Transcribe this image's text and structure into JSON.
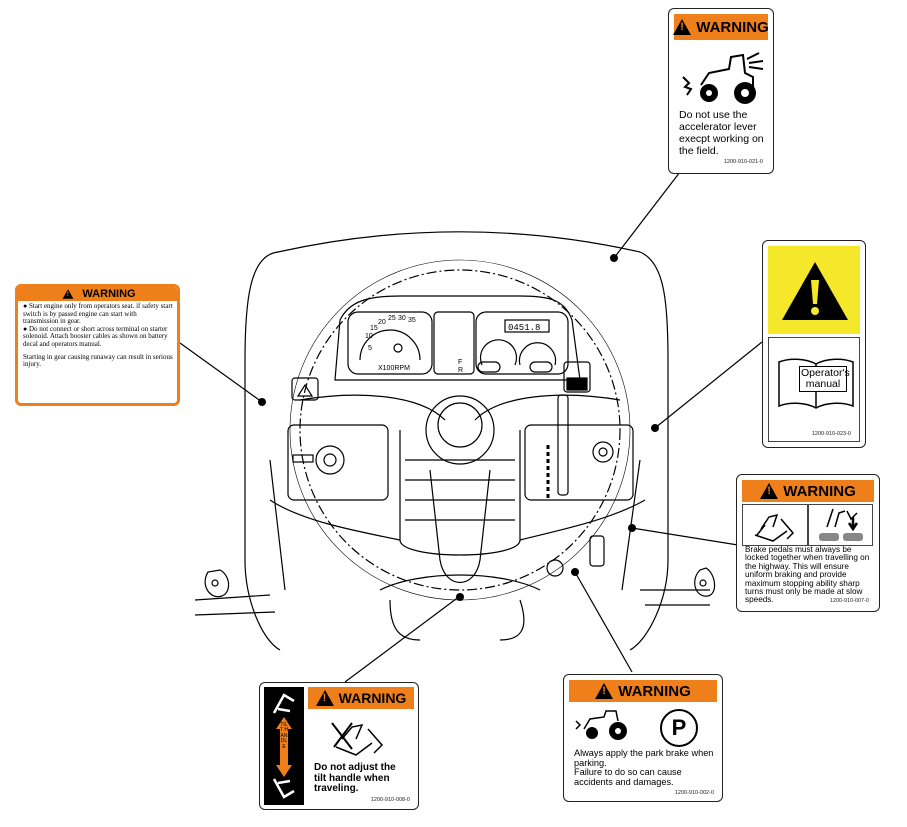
{
  "decals": {
    "accelerator": {
      "header": "WARNING",
      "text": "Do not use the accelerator lever execpt working on the field.",
      "code": "1200-910-021-0"
    },
    "manual": {
      "label": "Operator's manual",
      "code": "1200-910-023-0"
    },
    "brake": {
      "header": "WARNING",
      "text": "Brake pedals must always be locked together when travelling on the highway. This will ensure uniform braking and provide maximum stopping ability sharp turns must only be made at slow speeds.",
      "code": "1200-910-007-0"
    },
    "start": {
      "header": "WARNING",
      "bullet1": "Start engine only from operators seat. if safety start switch is by passed engine can start with transmission in gear.",
      "bullet2": "Do not connect or short across terminal on starter solenoid. Attach booster cables as shown on battery decal and operators manual.",
      "footer": "Starting in gear causing runaway can result in serious injury."
    },
    "tilt": {
      "header": "WARNING",
      "side_label": "TILT HANDLE",
      "text": "Do not adjust the tilt handle when traveling.",
      "code": "1200-910-008-0"
    },
    "park": {
      "header": "WARNING",
      "symbol": "P",
      "text1": "Always apply the park  brake when parking.",
      "text2": "Failure to do so can cause accidents and damages.",
      "code": "1200-910-002-0"
    }
  },
  "dashboard": {
    "odometer": "0451.8",
    "rpm_unit": "X100RPM",
    "tach_ticks": [
      "5",
      "10",
      "15",
      "20",
      "25",
      "30",
      "35"
    ],
    "gear_F": "F",
    "gear_R": "R"
  }
}
